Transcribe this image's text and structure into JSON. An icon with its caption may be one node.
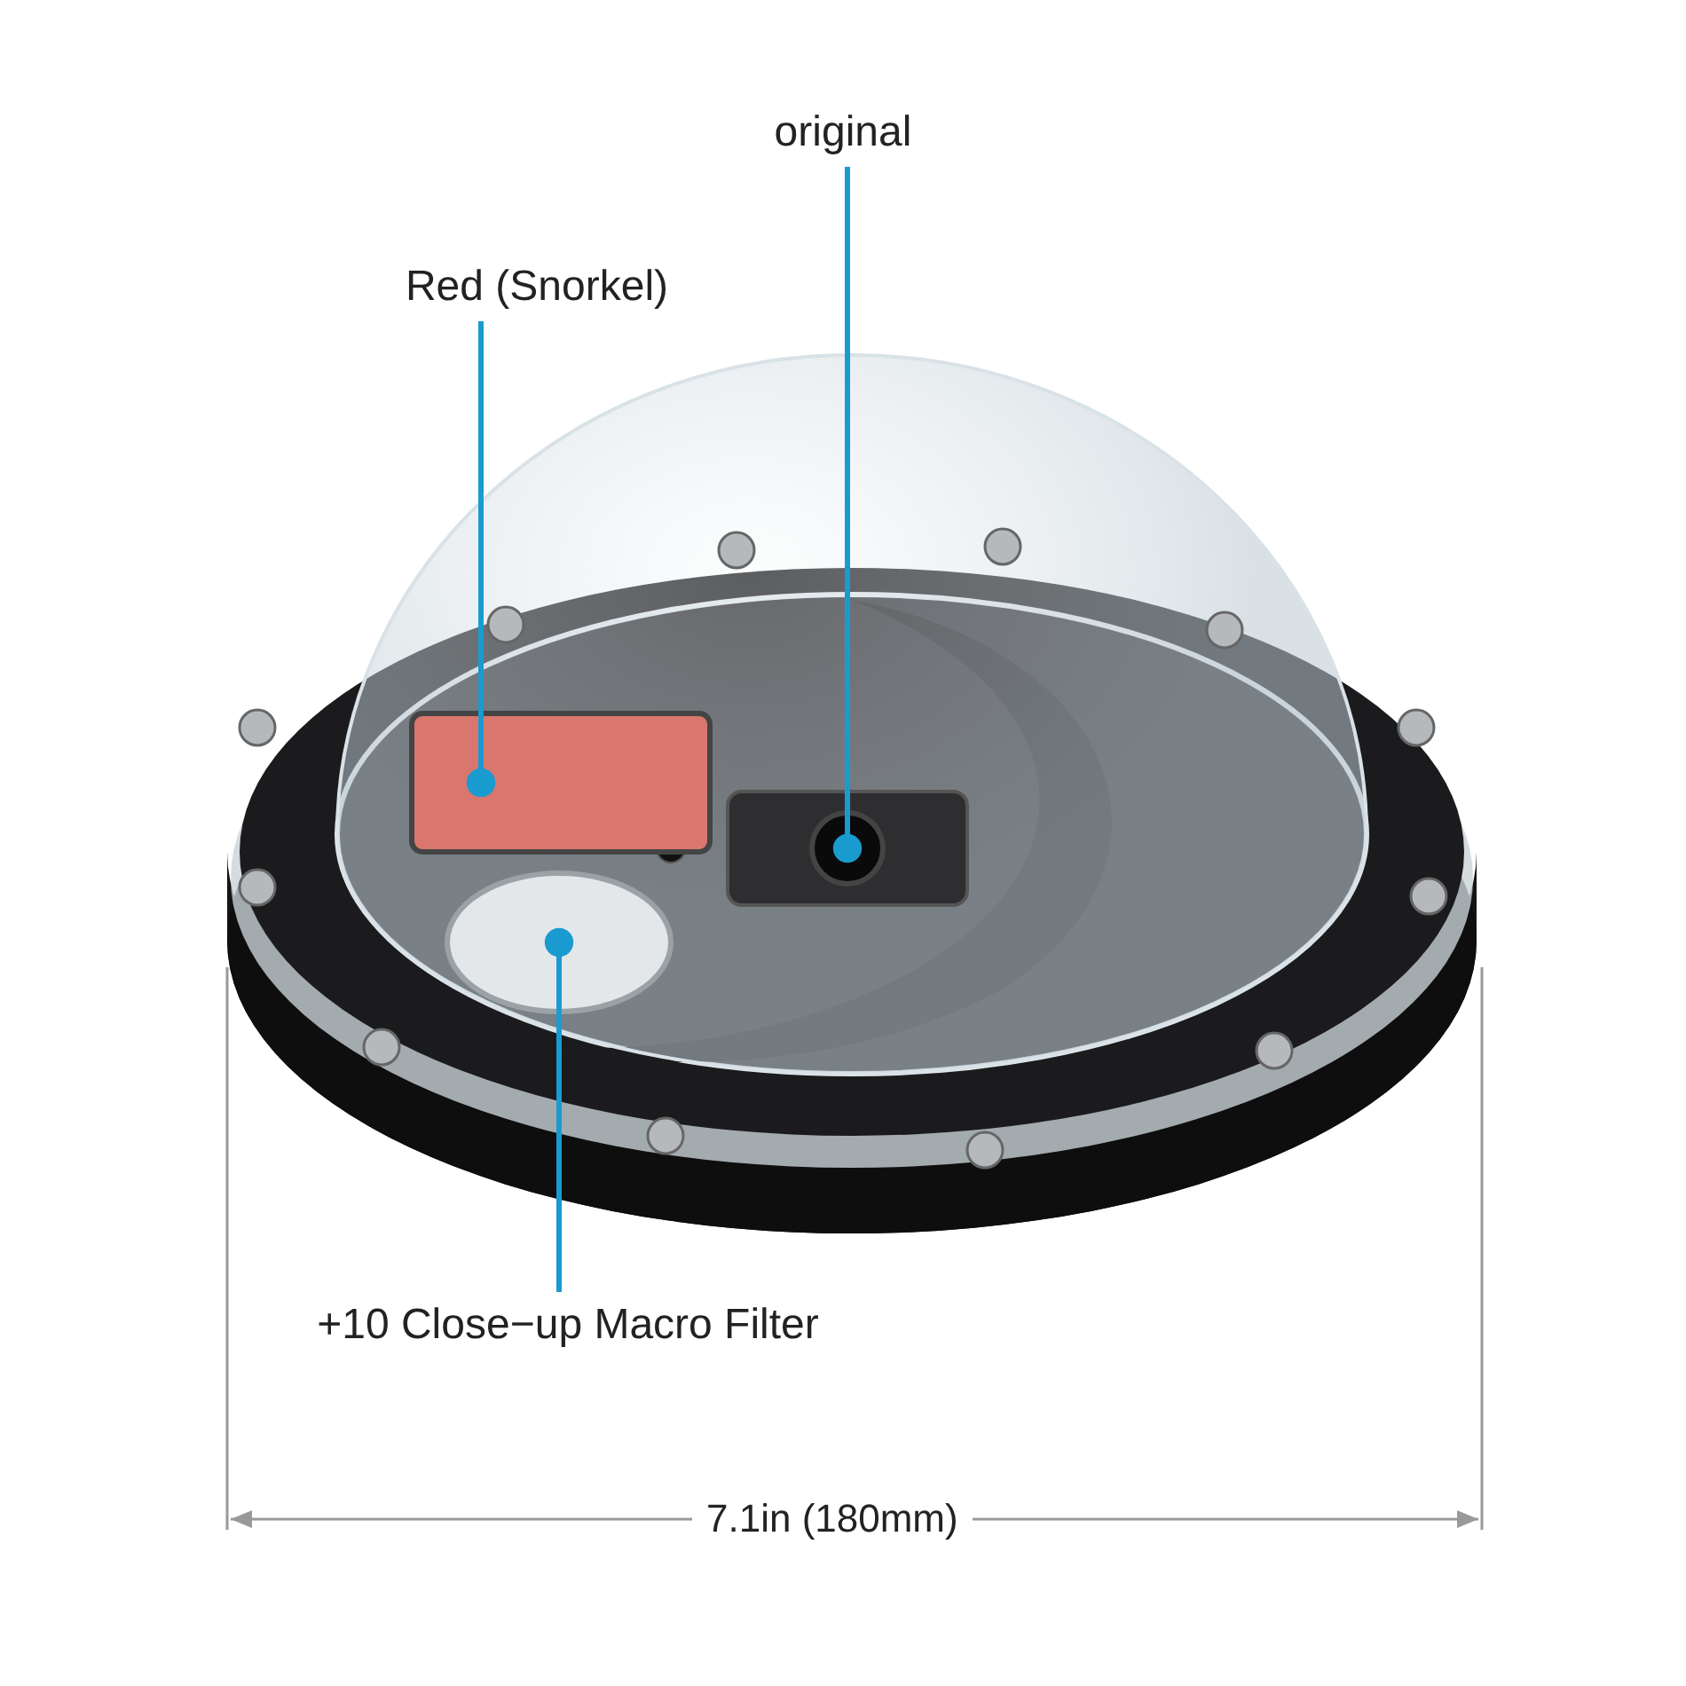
{
  "diagram": {
    "nodes": [
      {
        "text": [
          "Red (Snorkel)"
        ]
      },
      {
        "text": [],
        "shape": "box"
      },
      {
        "text": [
          "original"
        ]
      },
      {
        "text": [],
        "shape": "box"
      },
      {
        "text": [],
        "shape": "circle"
      },
      {
        "text": [
          "+10 Close−up Macro Filter"
        ]
      }
    ],
    "edges": [
      {
        "from": 0,
        "to": 1,
        "arrow": "other"
      },
      {
        "from": 2,
        "to": 3,
        "arrow": "other"
      },
      {
        "from": 5,
        "to": 4,
        "arrow": "other"
      }
    ],
    "labels": [
      "7.1in (180mm)"
    ]
  }
}
